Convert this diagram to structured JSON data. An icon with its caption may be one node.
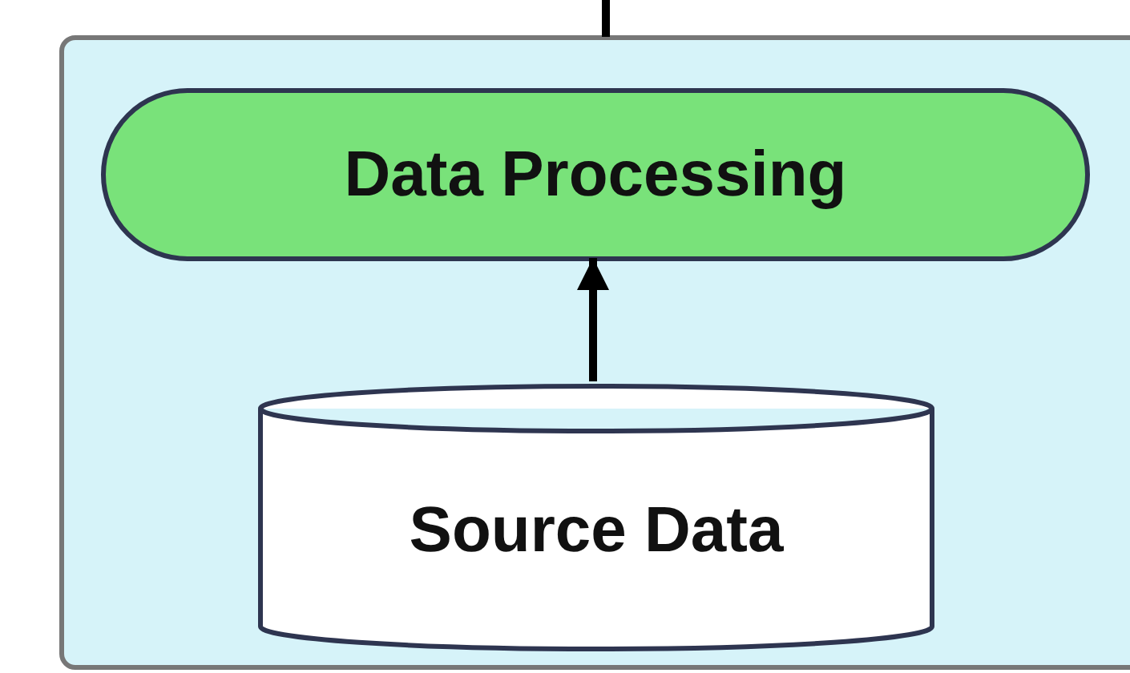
{
  "diagram": {
    "nodes": [
      {
        "text": [],
        "shape": "box"
      },
      {
        "text": [
          "Data Processing"
        ],
        "in": 0
      },
      {
        "text": [
          "Source Data"
        ],
        "in": 0
      }
    ],
    "edges": [
      {
        "from": null,
        "to": 0,
        "arrow": "none"
      },
      {
        "from": 2,
        "to": 1,
        "arrow": "to"
      }
    ]
  }
}
